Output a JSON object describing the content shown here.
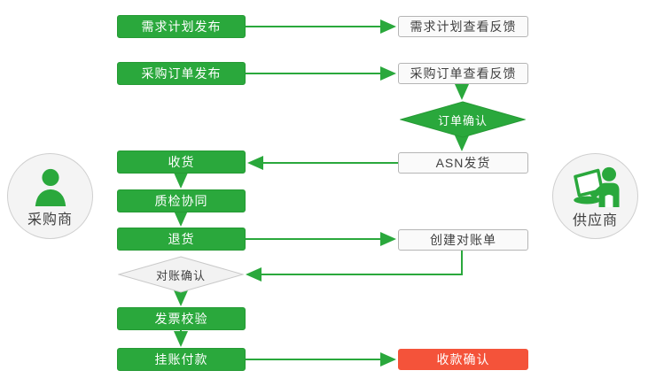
{
  "colors": {
    "green": "#2aa83c",
    "green_border": "#259a34",
    "red": "#f4533a",
    "white_box_bg": "#fafafa",
    "white_box_border": "#b5b5b5",
    "diamond_bg": "#f2f2f2",
    "diamond_border": "#c9c9c9",
    "circle_bg": "#f4f4f4",
    "circle_border": "#cfcfcf",
    "text_dark": "#3f3f3f"
  },
  "actors": {
    "buyer": {
      "label": "采购商"
    },
    "supplier": {
      "label": "供应商"
    }
  },
  "nodes": {
    "demand_plan_publish": {
      "label": "需求计划发布"
    },
    "demand_plan_feedback": {
      "label": "需求计划查看反馈"
    },
    "po_publish": {
      "label": "采购订单发布"
    },
    "po_feedback": {
      "label": "采购订单查看反馈"
    },
    "order_confirm": {
      "label": "订单确认"
    },
    "asn_ship": {
      "label": "ASN发货"
    },
    "receive": {
      "label": "收货"
    },
    "quality_collab": {
      "label": "质检协同"
    },
    "return_goods": {
      "label": "退货"
    },
    "create_statement": {
      "label": "创建对账单"
    },
    "statement_confirm": {
      "label": "对账确认"
    },
    "invoice_verify": {
      "label": "发票校验"
    },
    "book_payment": {
      "label": "挂账付款"
    },
    "payment_confirm": {
      "label": "收款确认"
    }
  }
}
